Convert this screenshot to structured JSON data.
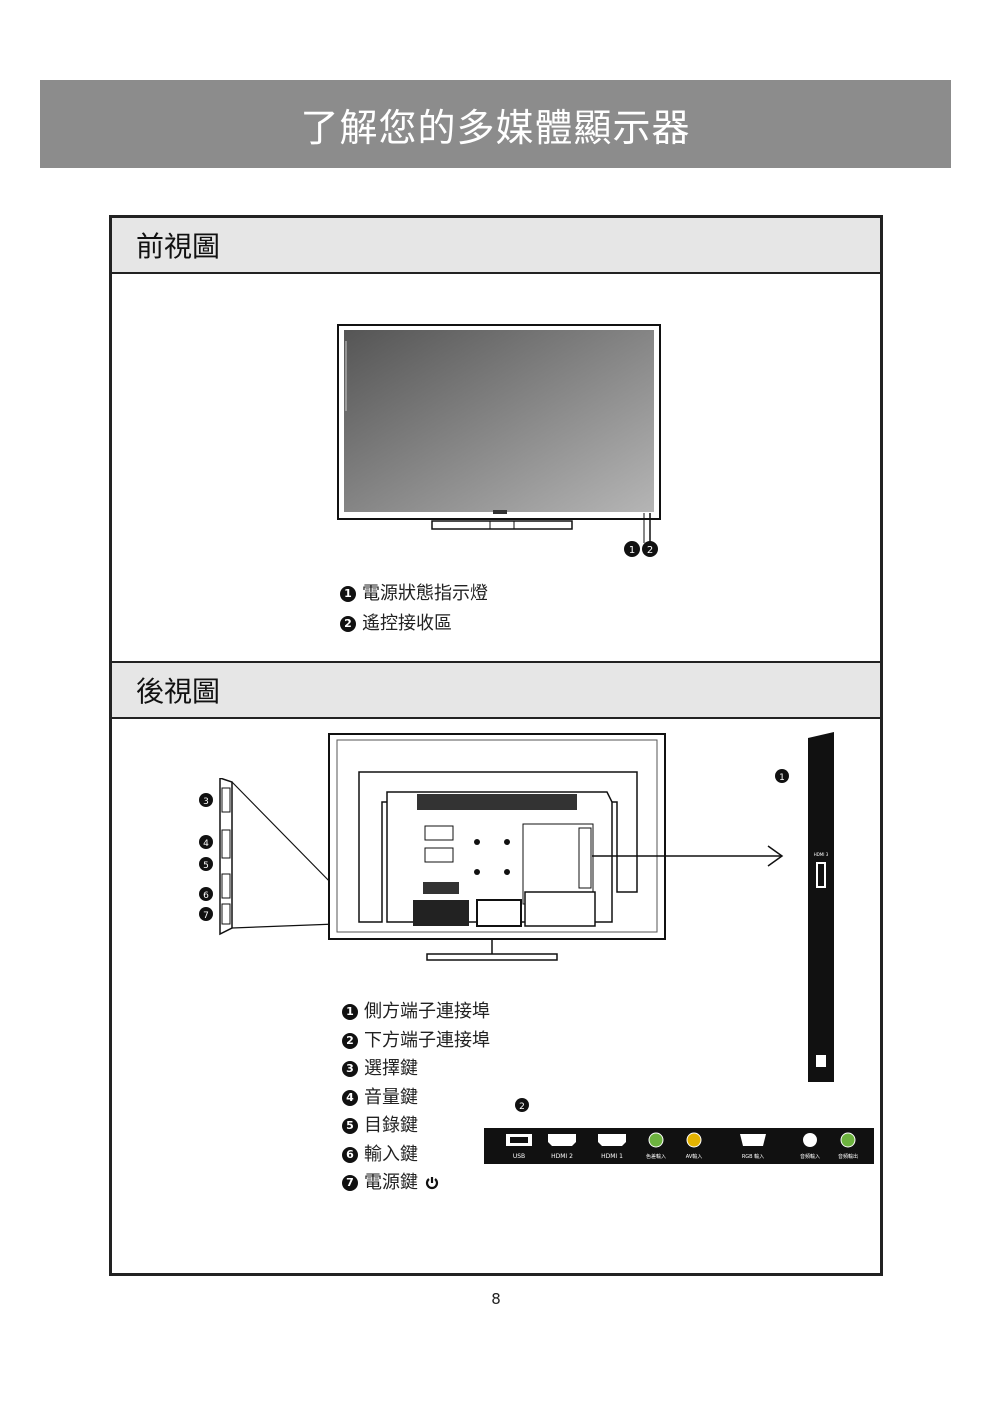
{
  "page": {
    "title": "了解您的多媒體顯示器",
    "page_number": "8"
  },
  "front": {
    "heading": "前視圖",
    "callouts": [
      "1",
      "2"
    ],
    "items": [
      {
        "num": "1",
        "label": "電源狀態指示燈"
      },
      {
        "num": "2",
        "label": "遙控接收區"
      }
    ]
  },
  "back": {
    "heading": "後視圖",
    "callouts": [
      "1",
      "2",
      "3",
      "4",
      "5",
      "6",
      "7"
    ],
    "items": [
      {
        "num": "1",
        "label": "側方端子連接埠"
      },
      {
        "num": "2",
        "label": "下方端子連接埠"
      },
      {
        "num": "3",
        "label": "選擇鍵"
      },
      {
        "num": "4",
        "label": "音量鍵"
      },
      {
        "num": "5",
        "label": "目錄鍵"
      },
      {
        "num": "6",
        "label": "輸入鍵"
      },
      {
        "num": "7",
        "label": "電源鍵"
      }
    ],
    "side_panel": {
      "hdmi3": "HDMI 3"
    },
    "bottom_ports": [
      "USB",
      "HDMI 2",
      "HDMI 1",
      "色差輸入",
      "AV輸入",
      "RGB 輸入",
      "音頻輸入",
      "音頻輸出"
    ]
  },
  "icons": {
    "power": "power-icon"
  }
}
